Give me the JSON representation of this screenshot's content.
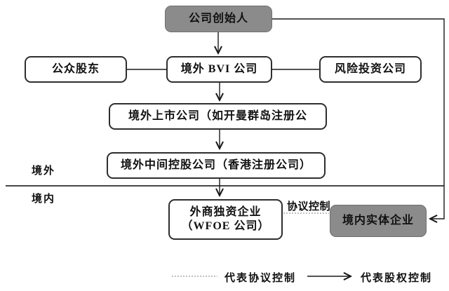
{
  "nodes": {
    "founder": "公司创始人",
    "public_shareholders": "公众股东",
    "bvi": "境外 BVI 公司",
    "vc": "风险投资公司",
    "listed": "境外上市公司（如开曼群岛注册公",
    "intermediate": "境外中间控股公司（香港注册公司）",
    "wfoe_line1": "外商独资企业",
    "wfoe_line2": "（WFOE 公司）",
    "domestic": "境内实体企业"
  },
  "labels": {
    "offshore": "境外",
    "onshore": "境内",
    "agreement_control": "协议控制"
  },
  "legend": {
    "dotted_label": "代表协议控制",
    "arrow_label": "代表股权控制"
  },
  "colors": {
    "gray_box": "#8b8b8b",
    "line": "#1a1a1a",
    "dotted_line": "#999999"
  }
}
